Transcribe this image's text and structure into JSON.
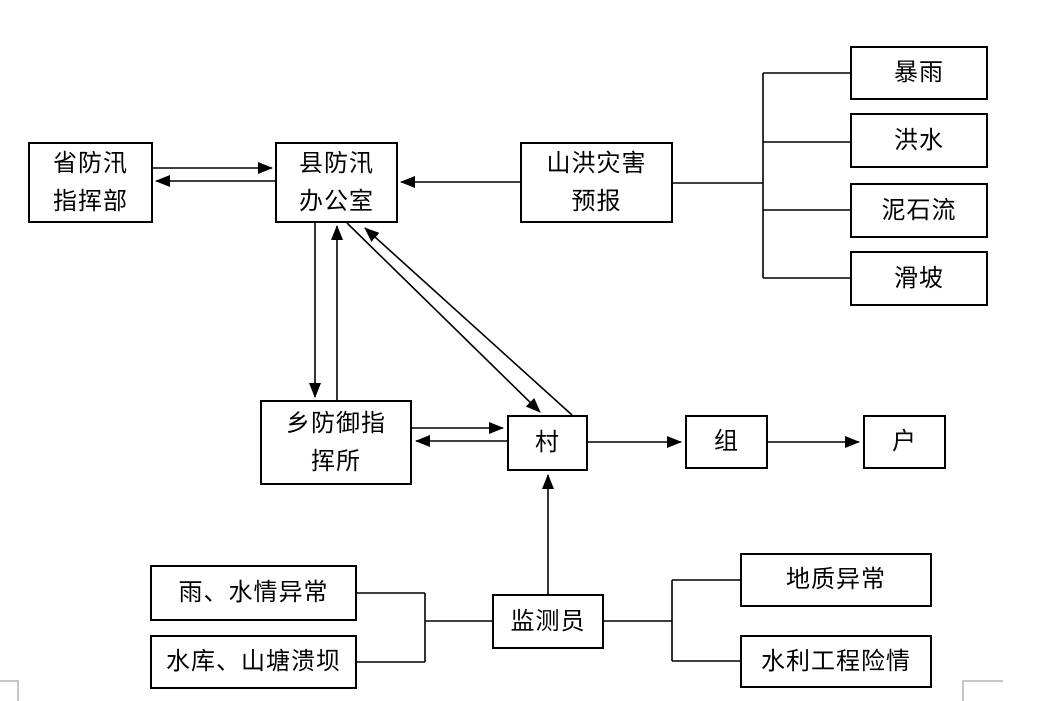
{
  "diagram": {
    "nodes": {
      "provincial_hq": {
        "label": "省防汛\n指挥部"
      },
      "county_office": {
        "label": "县防汛\n办公室"
      },
      "flood_forecast": {
        "label": "山洪灾害\n预报"
      },
      "rainstorm": {
        "label": "暴雨"
      },
      "flood": {
        "label": "洪水"
      },
      "debris_flow": {
        "label": "泥石流"
      },
      "landslide": {
        "label": "滑坡"
      },
      "township_command": {
        "label": "乡防御指\n挥所"
      },
      "village": {
        "label": "村"
      },
      "group": {
        "label": "组"
      },
      "household": {
        "label": "户"
      },
      "monitor": {
        "label": "监测员"
      },
      "rain_water_anomaly": {
        "label": "雨、水情异常"
      },
      "reservoir_dam_break": {
        "label": "水库、山塘溃坝"
      },
      "geological_anomaly": {
        "label": "地质异常"
      },
      "water_project_danger": {
        "label": "水利工程险情"
      }
    },
    "edges": [
      {
        "from": "provincial_hq",
        "to": "county_office",
        "style": "double-arrow"
      },
      {
        "from": "flood_forecast",
        "to": "county_office",
        "style": "arrow"
      },
      {
        "from": "flood_forecast",
        "to": "rainstorm",
        "style": "line"
      },
      {
        "from": "flood_forecast",
        "to": "flood",
        "style": "line"
      },
      {
        "from": "flood_forecast",
        "to": "debris_flow",
        "style": "line"
      },
      {
        "from": "flood_forecast",
        "to": "landslide",
        "style": "line"
      },
      {
        "from": "county_office",
        "to": "township_command",
        "style": "double-arrow"
      },
      {
        "from": "county_office",
        "to": "village",
        "style": "double-arrow"
      },
      {
        "from": "township_command",
        "to": "village",
        "style": "double-arrow"
      },
      {
        "from": "village",
        "to": "group",
        "style": "arrow"
      },
      {
        "from": "group",
        "to": "household",
        "style": "arrow"
      },
      {
        "from": "monitor",
        "to": "village",
        "style": "arrow"
      },
      {
        "from": "rain_water_anomaly",
        "to": "monitor",
        "style": "line"
      },
      {
        "from": "reservoir_dam_break",
        "to": "monitor",
        "style": "line"
      },
      {
        "from": "monitor",
        "to": "geological_anomaly",
        "style": "line"
      },
      {
        "from": "monitor",
        "to": "water_project_danger",
        "style": "line"
      }
    ]
  },
  "colors": {
    "line": "#000000",
    "box_border": "#000000",
    "background": "#ffffff",
    "page_margin_mark": "#b3b3b3"
  }
}
